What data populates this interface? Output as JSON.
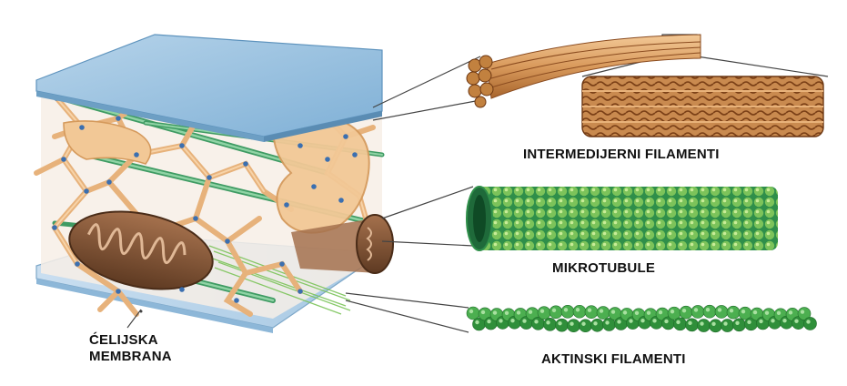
{
  "labels": {
    "intermediate_filaments": "INTERMEDIJERNI FILAMENTI",
    "microtubules": "MIKROTUBULE",
    "actin_filaments": "AKTINSKI FILAMENTI",
    "cell_membrane_line1": "ĆELIJSKA",
    "cell_membrane_line2": "MEMBRANA"
  },
  "colors": {
    "membrane": "#a9cbe3",
    "membrane_edge": "#6d9fc4",
    "intermediate_filament": "#e8b27a",
    "intermediate_filament_dark": "#8a4b1f",
    "microtubule_light": "#9fd26b",
    "microtubule_dark": "#1e8a4a",
    "actin": "#3fa13f",
    "mitochondrion": "#8a5a3c",
    "granule": "#3b6fb0"
  }
}
